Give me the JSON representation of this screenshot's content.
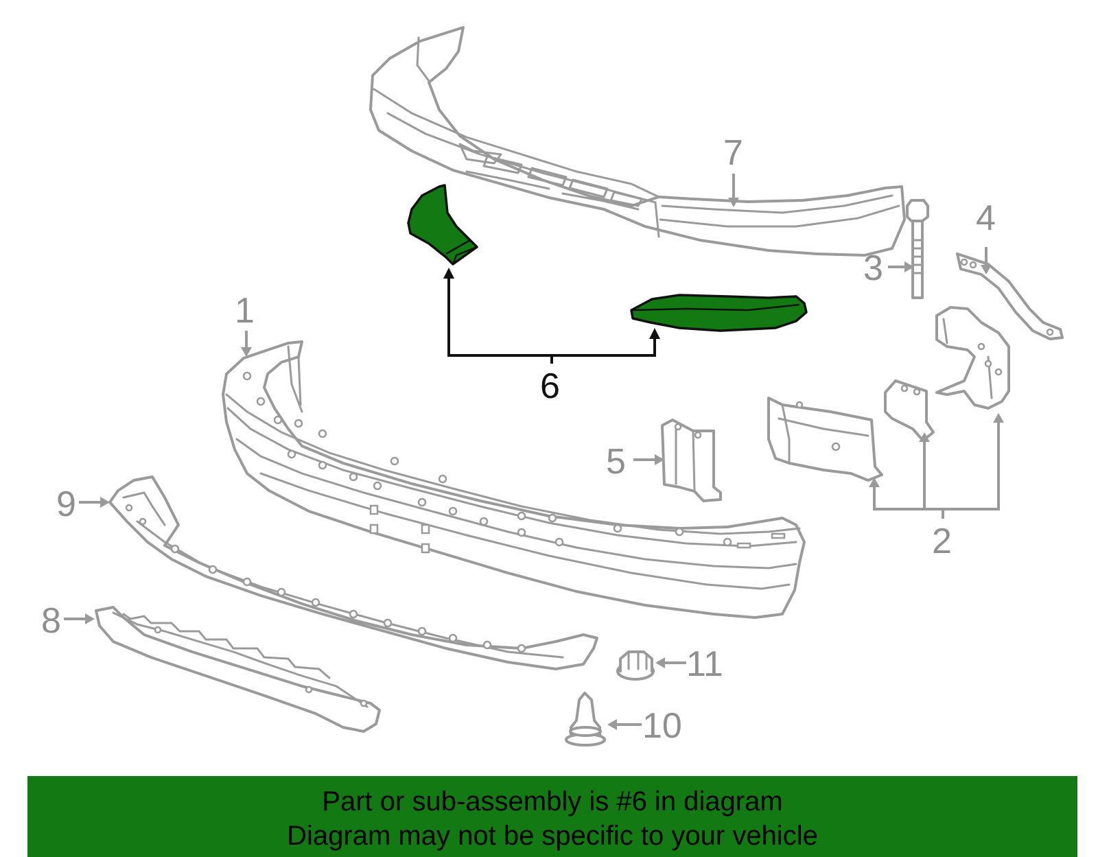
{
  "callouts": {
    "c1": "1",
    "c2": "2",
    "c3": "3",
    "c4": "4",
    "c5": "5",
    "c6": "6",
    "c7": "7",
    "c8": "8",
    "c9": "9",
    "c10": "10",
    "c11": "11"
  },
  "banner": {
    "line1": "Part or sub-assembly is #6 in diagram",
    "line2": "Diagram may not be specific to your vehicle"
  },
  "colors": {
    "highlight": "#137a13",
    "outline": "#9a9a9a",
    "banner_bg": "#137a13"
  }
}
